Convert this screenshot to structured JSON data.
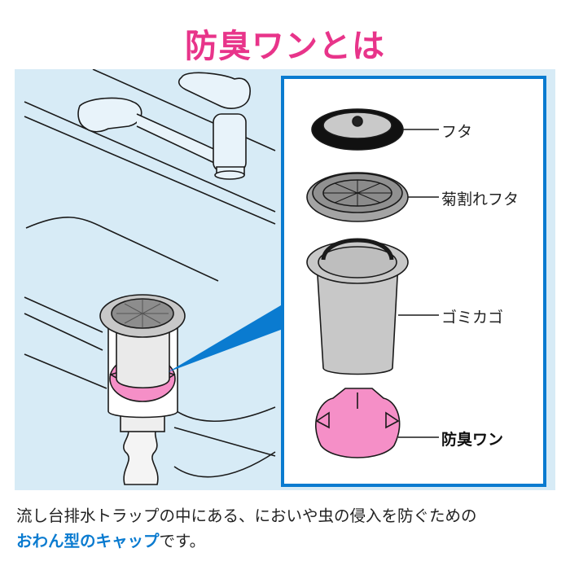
{
  "title": "防臭ワンとは",
  "colors": {
    "title": "#e8348a",
    "panel_bg": "#d7ebf6",
    "box_border": "#0a7bd0",
    "highlight": "#0a7bd0",
    "part_pink": "#f58fc7",
    "part_gray": "#c8c8c8"
  },
  "parts": [
    {
      "id": "lid",
      "label": "フタ",
      "icon": "lid-icon"
    },
    {
      "id": "slit-lid",
      "label": "菊割れフタ",
      "icon": "slit-lid-icon"
    },
    {
      "id": "basket",
      "label": "ゴミカゴ",
      "icon": "trash-basket-icon"
    },
    {
      "id": "bowl-cap",
      "label": "防臭ワン",
      "icon": "odor-trap-cap-icon"
    }
  ],
  "scene": {
    "faucet_icon": "faucet-icon",
    "trap_icon": "drain-trap-icon"
  },
  "caption": {
    "line1": "流し台排水トラップの中にある、においや虫の侵入を防ぐための",
    "highlight": "おわん型のキャップ",
    "suffix": "です。"
  }
}
